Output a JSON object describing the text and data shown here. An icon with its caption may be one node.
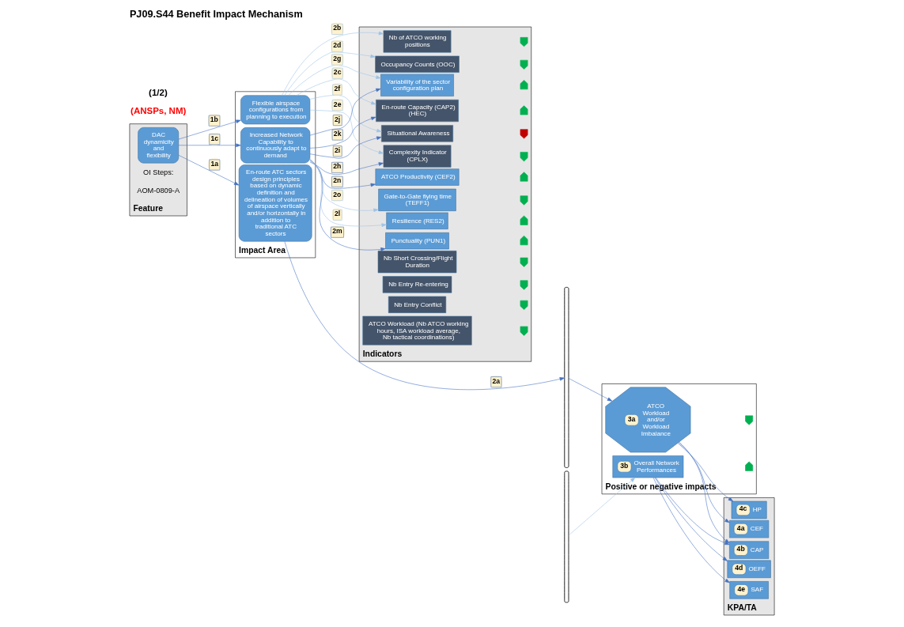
{
  "diagram": {
    "title": "PJ09.S44 Benefit Impact Mechanism",
    "nodes": [
      {
        "text": [
          "Feature"
        ]
      },
      {
        "text": [
          "Impact Area"
        ]
      },
      {
        "text": [
          "Indicators"
        ]
      },
      {
        "text": [
          "Positive or negative impacts"
        ]
      },
      {
        "text": [
          "KPA/TA"
        ]
      },
      {
        "text": [
          "DAC dynamicity and flexibility"
        ],
        "in": 0
      },
      {
        "text": [
          "En-route ATC sectors design principles based on dynamic definition and delineation of volumes of airspace vertically and/or horizontally in addition to traditional ATC sectors"
        ],
        "in": 1
      },
      {
        "text": [
          "Flexible airspace configurations from planning to execution"
        ],
        "in": 1
      },
      {
        "text": [
          "Increased Network Capability to continuously adapt to demand"
        ],
        "in": 1
      },
      {
        "text": [
          "ATCO Workload (Nb ATCO working hours, ISA workload average, Nb tactical coordinations)"
        ],
        "in": 2
      },
      {
        "text": [
          "Nb Entry Conflict"
        ],
        "in": 2
      },
      {
        "text": [
          "Nb Entry Re-entering"
        ],
        "in": 2
      },
      {
        "text": [
          "Nb Short Crossing/Flight Duration"
        ],
        "in": 2
      },
      {
        "text": [
          "Nb of ATCO working positions"
        ],
        "in": 2
      },
      {
        "text": [
          "Occupancy Counts (OOC)"
        ],
        "in": 2
      },
      {
        "text": [
          "Complexity Indicator (CPLX)"
        ],
        "in": 2
      },
      {
        "text": [
          "Situational Awareness"
        ],
        "in": 2
      },
      {
        "text": [
          "En-route Capacity (CAP2) (HEC)"
        ],
        "in": 2
      },
      {
        "text": [
          "Variability of the sector configuration plan"
        ],
        "in": 2
      },
      {
        "text": [
          "Resilience (RES2)"
        ],
        "in": 2
      },
      {
        "text": [
          "Punctuality (PUN1)"
        ],
        "in": 2
      },
      {
        "text": [
          "ATCO Productivity (CEF2)"
        ],
        "in": 2
      },
      {
        "text": [
          "Gate-to-Gate flying time (TEFF1)"
        ],
        "in": 2
      },
      {
        "text": [
          "3a",
          "ATCO Workload and/or Workload Imbalance"
        ],
        "in": 3
      },
      {
        "text": [
          "3b",
          "Overall Network Performances"
        ],
        "in": 3
      },
      {
        "text": [
          "4a",
          "CEF"
        ],
        "in": 4
      },
      {
        "text": [
          "4b",
          "CAP"
        ],
        "in": 4
      },
      {
        "text": [
          "4c",
          "HP"
        ],
        "in": 4
      },
      {
        "text": [
          "4d",
          "OEFF"
        ],
        "in": 4
      },
      {
        "text": [
          "4e",
          "SAF"
        ],
        "in": 4
      },
      {
        "text": [],
        "shape": "bracket"
      },
      {
        "text": [],
        "shape": "bracket"
      }
    ],
    "edges": [
      {
        "from": 5,
        "to": 6,
        "arrow": "to",
        "label": "1a"
      },
      {
        "from": 5,
        "to": 7,
        "arrow": "to",
        "label": "1b"
      },
      {
        "from": 5,
        "to": 8,
        "arrow": "to",
        "label": "1c"
      },
      {
        "from": 6,
        "to": 30,
        "arrow": "to",
        "label": "2a"
      },
      {
        "from": 7,
        "to": 13,
        "arrow": "to",
        "label": "2b",
        "color": "#9dc3e6"
      },
      {
        "from": 7,
        "to": 14,
        "arrow": "to",
        "label": "2d",
        "color": "#9dc3e6"
      },
      {
        "from": 7,
        "to": 15,
        "arrow": "to",
        "label": "2e",
        "color": "#9dc3e6"
      },
      {
        "from": 7,
        "to": 16,
        "arrow": "to",
        "label": "2f",
        "color": "#9dc3e6"
      },
      {
        "from": 7,
        "to": 17,
        "arrow": "to",
        "label": "2c",
        "color": "#9dc3e6"
      },
      {
        "from": 7,
        "to": 18,
        "arrow": "to",
        "label": "2g",
        "color": "#9dc3e6"
      },
      {
        "from": 8,
        "to": 15,
        "arrow": "to",
        "label": "2h"
      },
      {
        "from": 8,
        "to": 16,
        "arrow": "to",
        "label": "2i"
      },
      {
        "from": 8,
        "to": 17,
        "arrow": "to",
        "label": "2k"
      },
      {
        "from": 8,
        "to": 18,
        "arrow": "to",
        "label": "2j"
      },
      {
        "from": 8,
        "to": 19,
        "arrow": "to",
        "label": "2l",
        "color": "#9dc3e6"
      },
      {
        "from": 8,
        "to": 20,
        "arrow": "to",
        "label": "2m"
      },
      {
        "from": 8,
        "to": 21,
        "arrow": "to",
        "label": "2n"
      },
      {
        "from": 8,
        "to": 22,
        "arrow": "to",
        "label": "2o",
        "color": "#9dc3e6"
      },
      {
        "from": 30,
        "to": 23,
        "arrow": "to"
      },
      {
        "from": 31,
        "to": 24,
        "arrow": "to",
        "color": "#9dc3e6"
      },
      {
        "from": 23,
        "to": 25,
        "arrow": "to"
      },
      {
        "from": 23,
        "to": 26,
        "arrow": "to"
      },
      {
        "from": 23,
        "to": 27,
        "arrow": "to"
      },
      {
        "from": 24,
        "to": 26,
        "arrow": "to"
      },
      {
        "from": 24,
        "to": 28,
        "arrow": "to"
      },
      {
        "from": 24,
        "to": 29,
        "arrow": "to"
      }
    ],
    "labels": [
      "(ANSPs, NM)",
      "(1/2)",
      "OI Steps:",
      "AOM-0809-A"
    ]
  }
}
